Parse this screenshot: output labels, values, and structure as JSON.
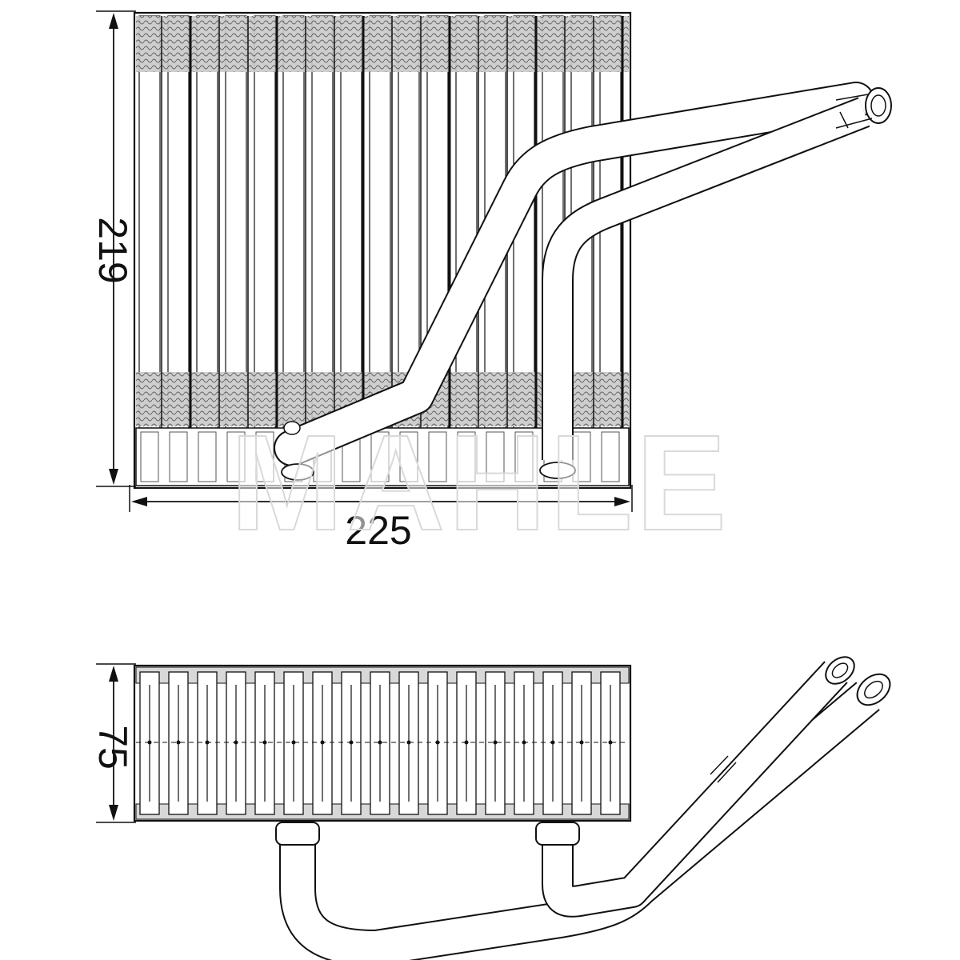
{
  "front_view": {
    "height_label": "219",
    "width_label": "225"
  },
  "side_view": {
    "depth_label": "75"
  },
  "watermark": {
    "text": "MAHLE"
  },
  "colors": {
    "line": "#111111",
    "fill": "#ffffff",
    "fin": "#c8c8c8",
    "fin_dark": "#9a9a9a",
    "watermark": "#d9d9d9"
  }
}
